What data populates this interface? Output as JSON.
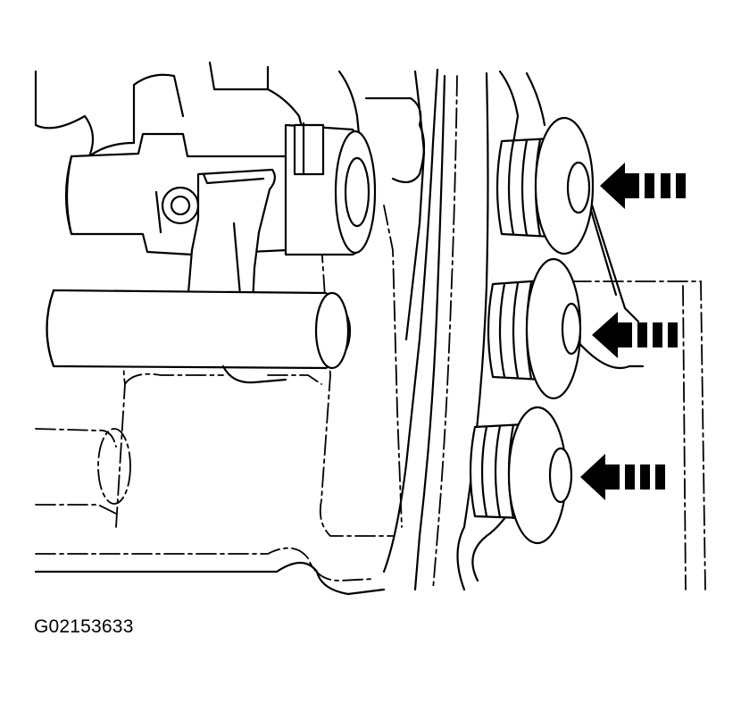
{
  "figure": {
    "id": "G02153633"
  },
  "colors": {
    "line": "#000000",
    "background": "#ffffff"
  },
  "plugs": {
    "count": 3,
    "arrows": [
      "arrow-top",
      "arrow-middle",
      "arrow-bottom"
    ]
  }
}
